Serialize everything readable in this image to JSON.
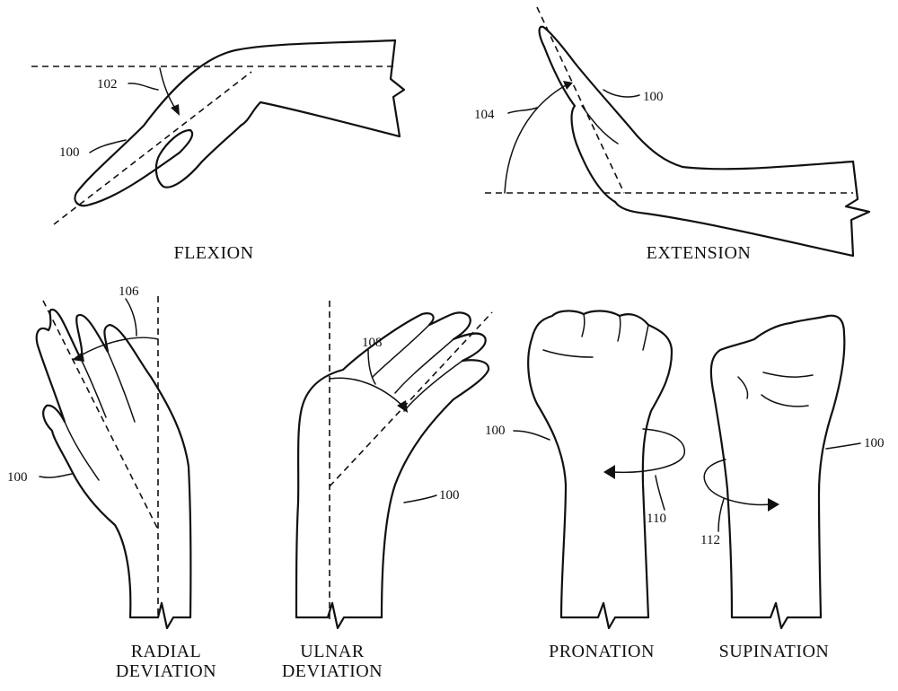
{
  "panels": {
    "flexion": {
      "caption": "FLEXION",
      "ref_angle": "102",
      "ref_hand": "100"
    },
    "extension": {
      "caption": "EXTENSION",
      "ref_angle": "104",
      "ref_hand": "100"
    },
    "radial_deviation": {
      "caption_line1": "RADIAL",
      "caption_line2": "DEVIATION",
      "ref_angle": "106",
      "ref_hand": "100"
    },
    "ulnar_deviation": {
      "caption_line1": "ULNAR",
      "caption_line2": "DEVIATION",
      "ref_angle": "108",
      "ref_hand": "100"
    },
    "pronation": {
      "caption": "PRONATION",
      "ref_rotation": "110",
      "ref_hand": "100"
    },
    "supination": {
      "caption": "SUPINATION",
      "ref_rotation": "112",
      "ref_hand": "100"
    }
  }
}
